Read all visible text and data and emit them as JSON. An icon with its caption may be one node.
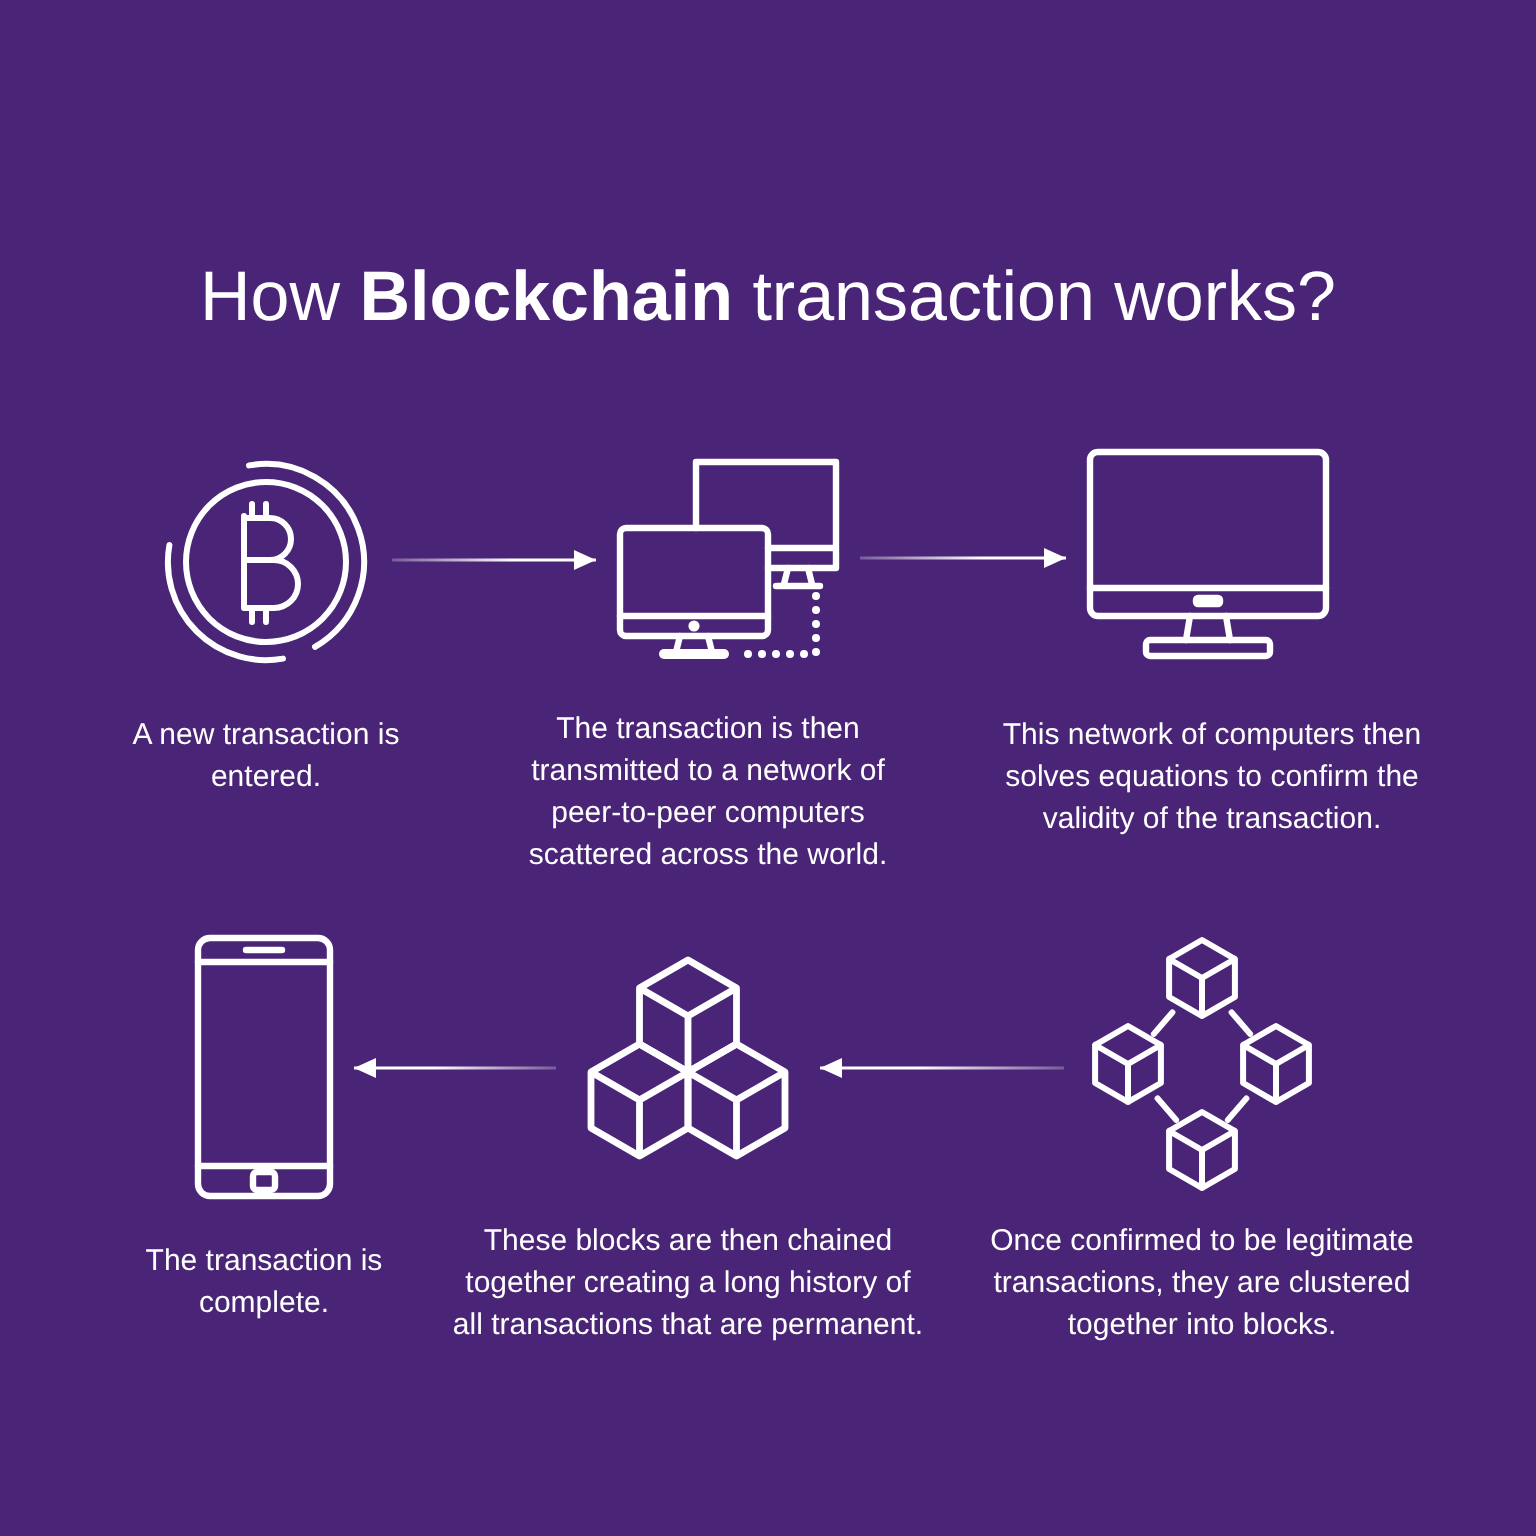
{
  "diagram": {
    "title": "How **Blockchain** transaction works?",
    "nodes": [
      {
        "text": [],
        "shape": "picture",
        "beside": [
          "A new transaction is entered."
        ]
      },
      {
        "text": [],
        "shape": "picture",
        "beside": [
          "The transaction is then transmitted to a network of peer-to-peer computers scattered across the world."
        ]
      },
      {
        "text": [],
        "shape": "picture",
        "beside": [
          "This network of computers then solves equations to confirm the validity of the transaction."
        ]
      },
      {
        "text": [],
        "shape": "picture",
        "beside": [
          "The transaction is complete."
        ]
      },
      {
        "text": [],
        "shape": "picture",
        "beside": [
          "These blocks are then chained together creating a long history of all transactions that are permanent."
        ]
      },
      {
        "text": [],
        "shape": "picture",
        "beside": [
          "Once confirmed to be legitimate transactions, they are clustered together into blocks."
        ]
      }
    ],
    "edges": [
      {
        "from": 0,
        "to": 1,
        "arrow": "to"
      },
      {
        "from": 1,
        "to": 2,
        "arrow": "to"
      },
      {
        "from": 5,
        "to": 4,
        "arrow": "to"
      },
      {
        "from": 4,
        "to": 3,
        "arrow": "to"
      }
    ]
  }
}
